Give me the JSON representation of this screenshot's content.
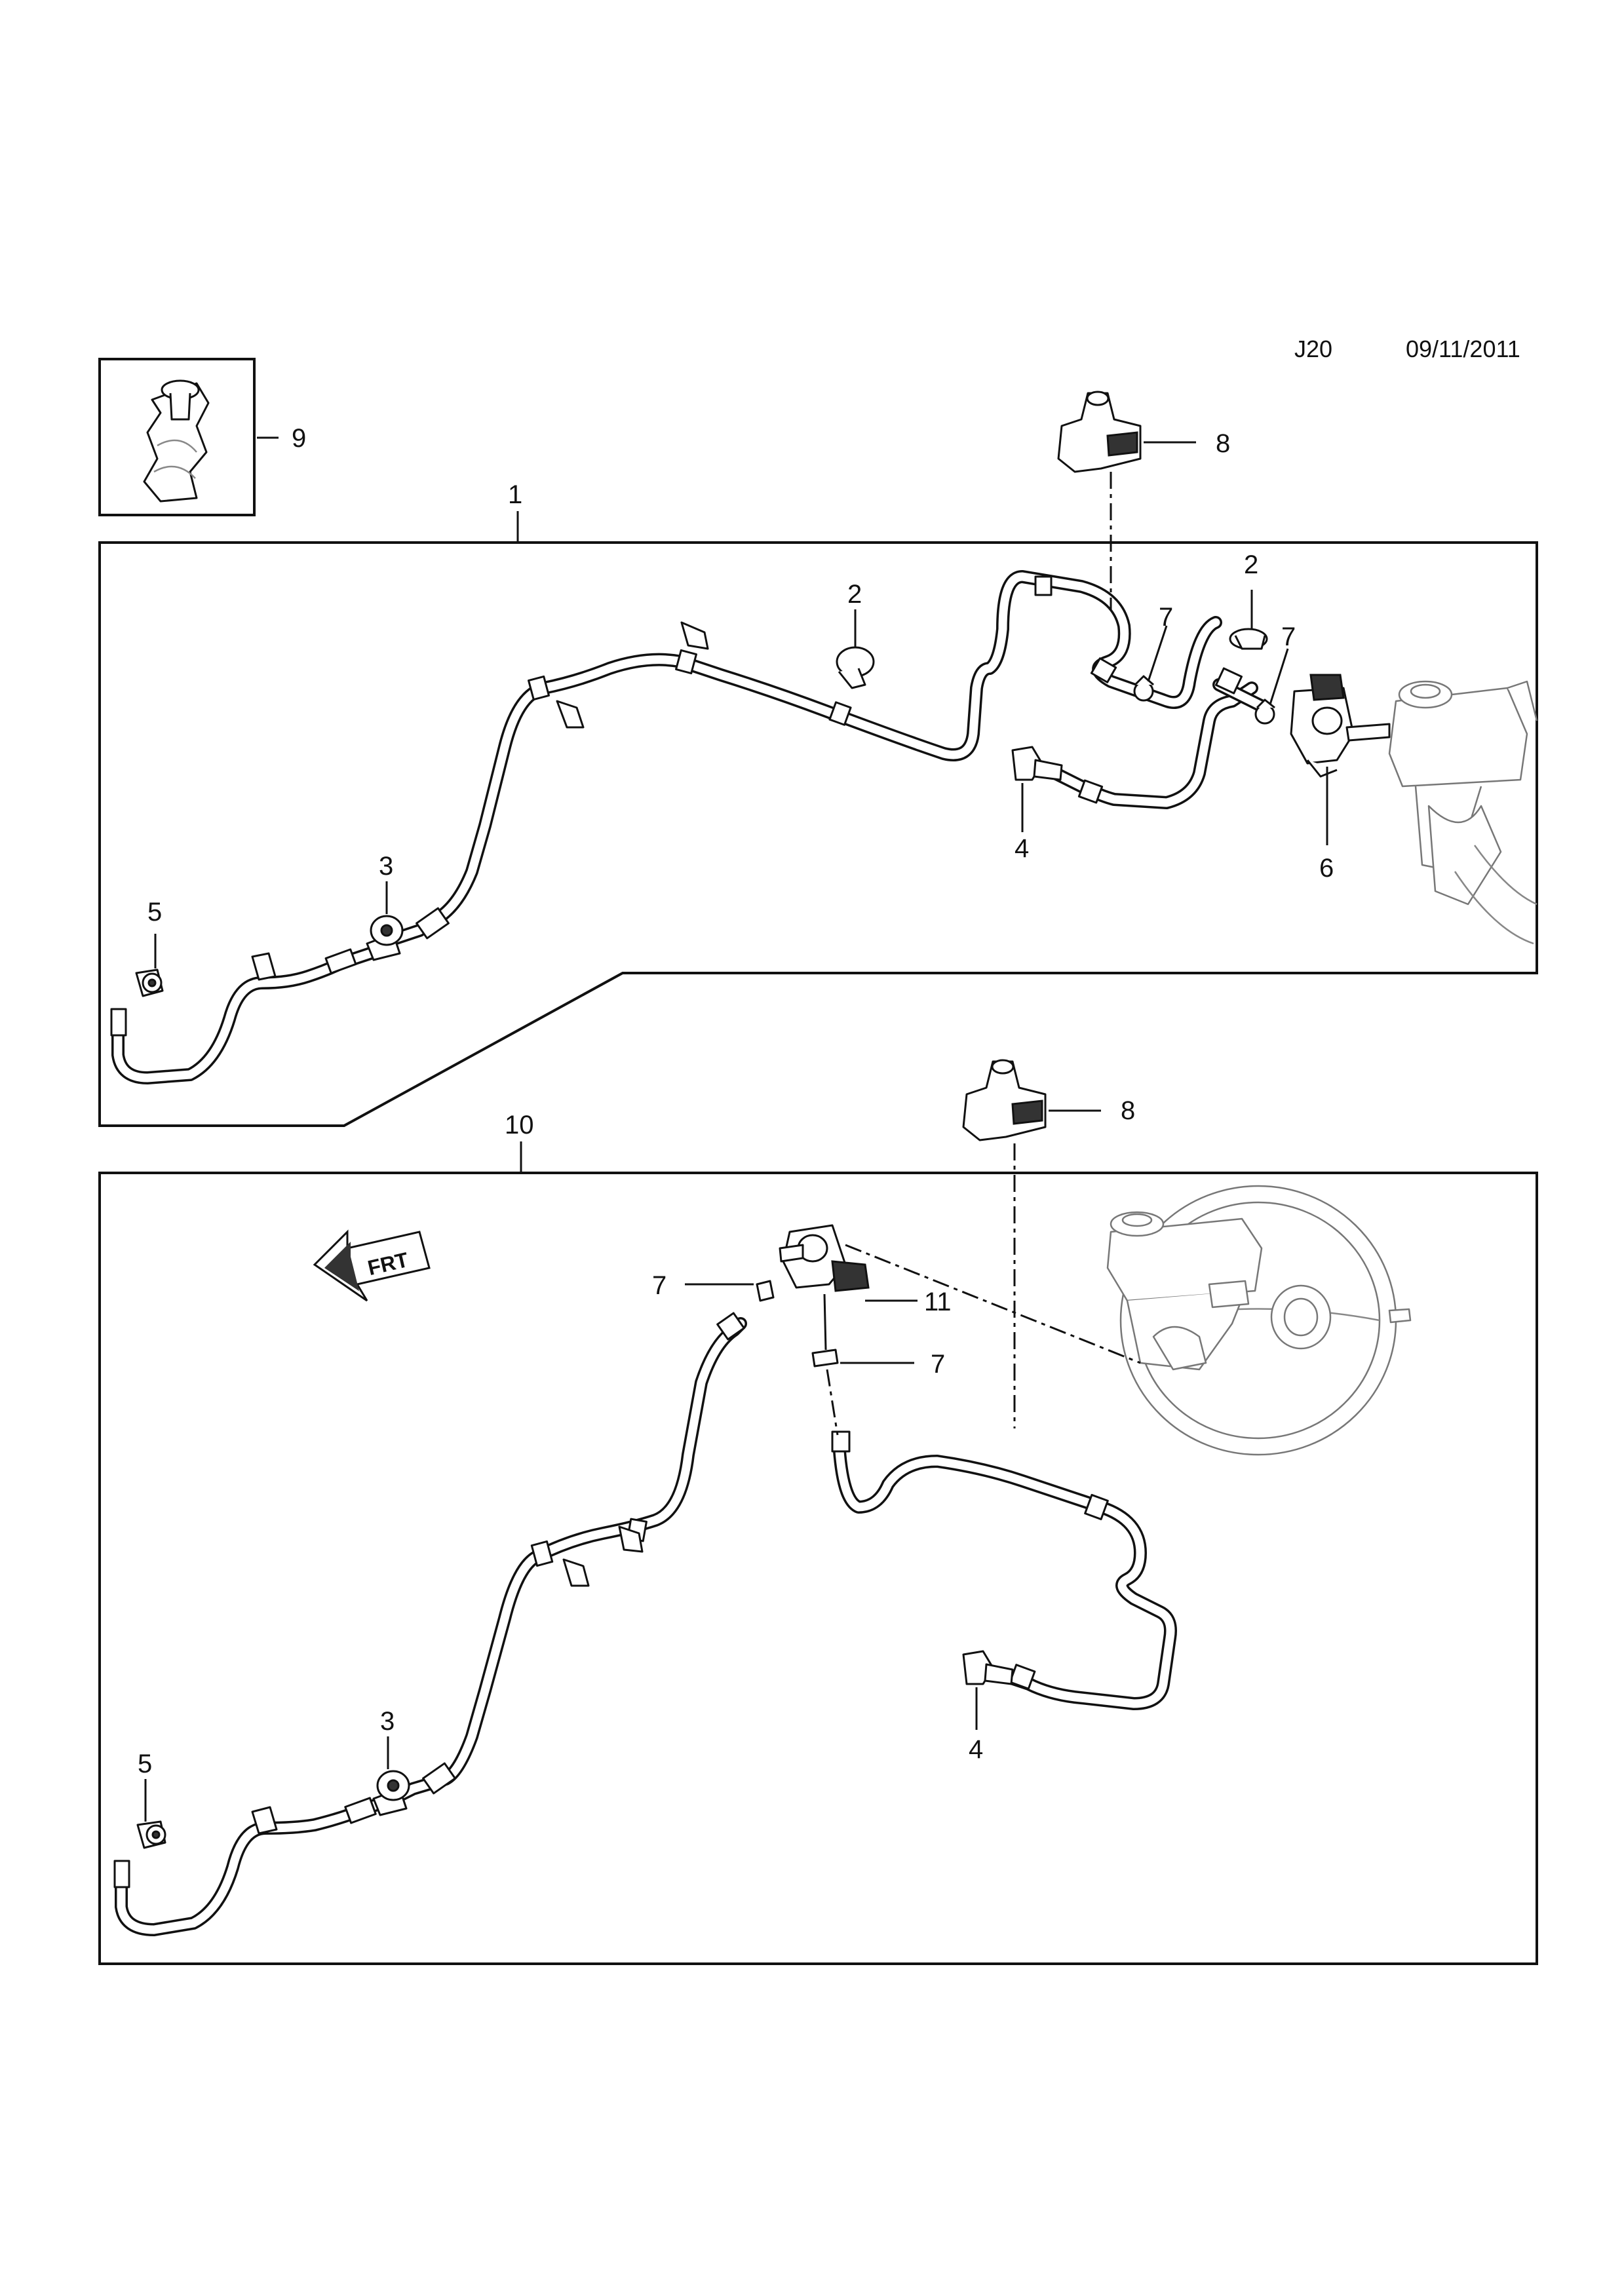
{
  "header": {
    "code": "J20",
    "date": "09/11/2011"
  },
  "callouts": {
    "c9": "9",
    "c1": "1",
    "c8_top": "8",
    "c2_a": "2",
    "c2_b": "2",
    "c7_a": "7",
    "c7_b": "7",
    "c4_top": "4",
    "c6": "6",
    "c3_top": "3",
    "c5_top": "5",
    "c10": "10",
    "c8_bottom": "8",
    "c7_c": "7",
    "c11": "11",
    "c7_d": "7",
    "c4_bottom": "4",
    "c3_bottom": "3",
    "c5_bottom": "5"
  },
  "frt_arrow": "FRT"
}
